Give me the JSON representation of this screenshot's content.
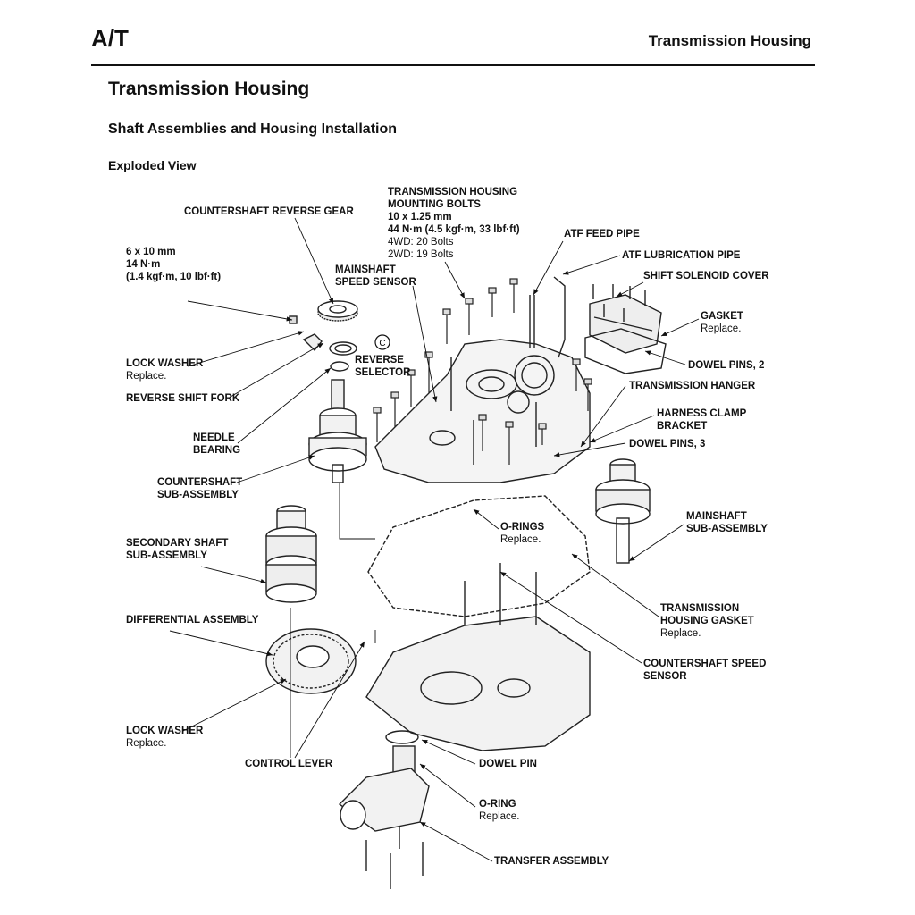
{
  "header": {
    "section": "A/T",
    "title": "Transmission Housing"
  },
  "headings": {
    "title": "Transmission Housing",
    "subtitle": "Shaft Assemblies and Housing Installation",
    "view": "Exploded View"
  },
  "labels": {
    "countershaft_reverse_gear": "COUNTERSHAFT REVERSE GEAR",
    "bolt_6x10_size": "6 x 10 mm",
    "bolt_6x10_torque": "14 N·m",
    "bolt_6x10_torque2": "(1.4 kgf·m, 10 lbf·ft)",
    "mainshaft_speed_sensor_1": "MAINSHAFT",
    "mainshaft_speed_sensor_2": "SPEED SENSOR",
    "housing_bolts_1": "TRANSMISSION HOUSING",
    "housing_bolts_2": "MOUNTING BOLTS",
    "housing_bolts_3": "10 x 1.25 mm",
    "housing_bolts_4": "44 N·m (4.5 kgf·m, 33 lbf·ft)",
    "housing_bolts_5": "4WD: 20 Bolts",
    "housing_bolts_6": "2WD: 19 Bolts",
    "atf_feed_pipe": "ATF FEED PIPE",
    "atf_lubrication_pipe": "ATF LUBRICATION PIPE",
    "shift_solenoid_cover": "SHIFT SOLENOID COVER",
    "gasket": "GASKET",
    "gasket_note": "Replace.",
    "dowel_pins_2": "DOWEL PINS, 2",
    "lock_washer_top": "LOCK WASHER",
    "lock_washer_top_note": "Replace.",
    "reverse_selector_1": "REVERSE",
    "reverse_selector_2": "SELECTOR",
    "reverse_shift_fork": "REVERSE SHIFT FORK",
    "transmission_hanger": "TRANSMISSION HANGER",
    "harness_clamp_1": "HARNESS CLAMP",
    "harness_clamp_2": "BRACKET",
    "needle_bearing_1": "NEEDLE",
    "needle_bearing_2": "BEARING",
    "dowel_pins_3": "DOWEL PINS, 3",
    "countershaft_sub_1": "COUNTERSHAFT",
    "countershaft_sub_2": "SUB-ASSEMBLY",
    "mainshaft_sub_1": "MAINSHAFT",
    "mainshaft_sub_2": "SUB-ASSEMBLY",
    "o_rings": "O-RINGS",
    "o_rings_note": "Replace.",
    "secondary_shaft_1": "SECONDARY SHAFT",
    "secondary_shaft_2": "SUB-ASSEMBLY",
    "transmission_gasket_1": "TRANSMISSION",
    "transmission_gasket_2": "HOUSING GASKET",
    "transmission_gasket_note": "Replace.",
    "differential_assembly": "DIFFERENTIAL ASSEMBLY",
    "countershaft_speed_sensor_1": "COUNTERSHAFT SPEED",
    "countershaft_speed_sensor_2": "SENSOR",
    "lock_washer_bottom": "LOCK WASHER",
    "lock_washer_bottom_note": "Replace.",
    "control_lever": "CONTROL LEVER",
    "dowel_pin": "DOWEL PIN",
    "o_ring": "O-RING",
    "o_ring_note": "Replace.",
    "transfer_assembly": "TRANSFER ASSEMBLY",
    "reverse_selector_mark": "C"
  }
}
